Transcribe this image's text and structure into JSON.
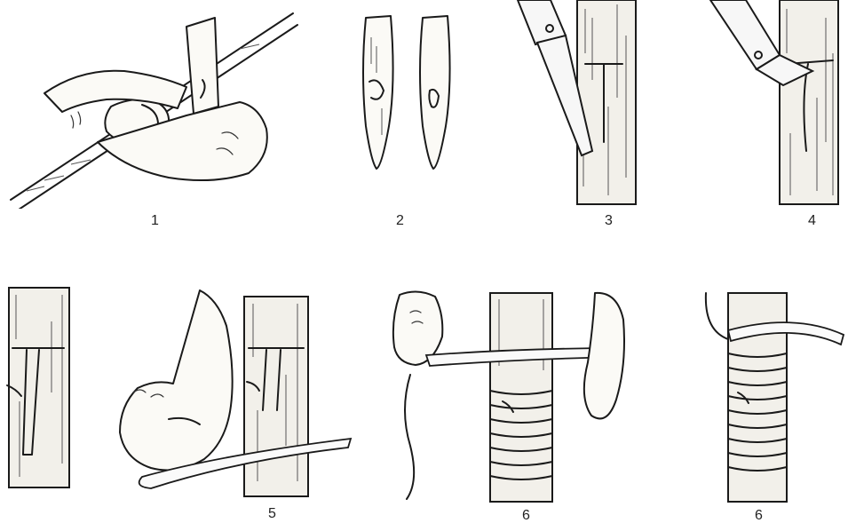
{
  "steps": [
    {
      "label": "1"
    },
    {
      "label": "2"
    },
    {
      "label": "3"
    },
    {
      "label": "4"
    },
    {
      "label": "5"
    },
    {
      "label": "6"
    },
    {
      "label": "6"
    }
  ]
}
